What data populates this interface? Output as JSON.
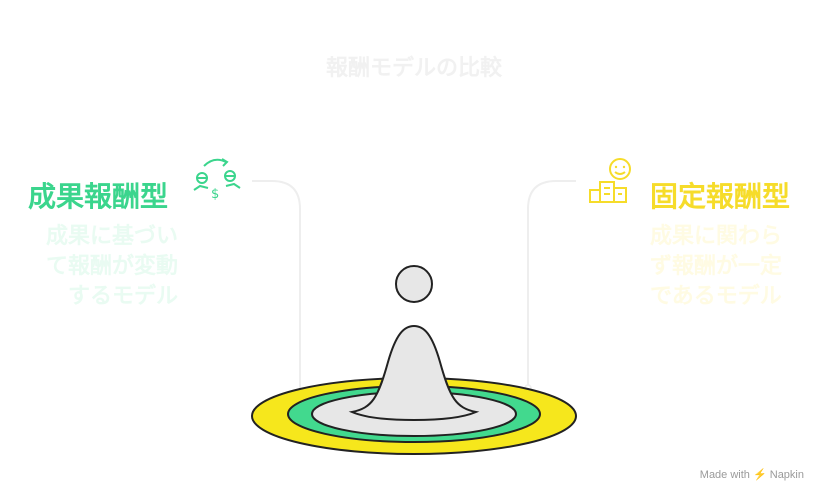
{
  "title": "報酬モデルの比較",
  "left": {
    "heading": "成果報酬型",
    "description_lines": [
      "成果に基づい",
      "て報酬が変動",
      "するモデル"
    ],
    "icon": "money-exchange-icon",
    "color": "#3bd58d"
  },
  "right": {
    "heading": "固定報酬型",
    "description_lines": [
      "成果に関わら",
      "ず報酬が一定",
      "であるモデル"
    ],
    "icon": "smiley-building-icon",
    "color": "#f6dc2a"
  },
  "watermark": {
    "prefix": "Made with",
    "brand": "Napkin"
  }
}
